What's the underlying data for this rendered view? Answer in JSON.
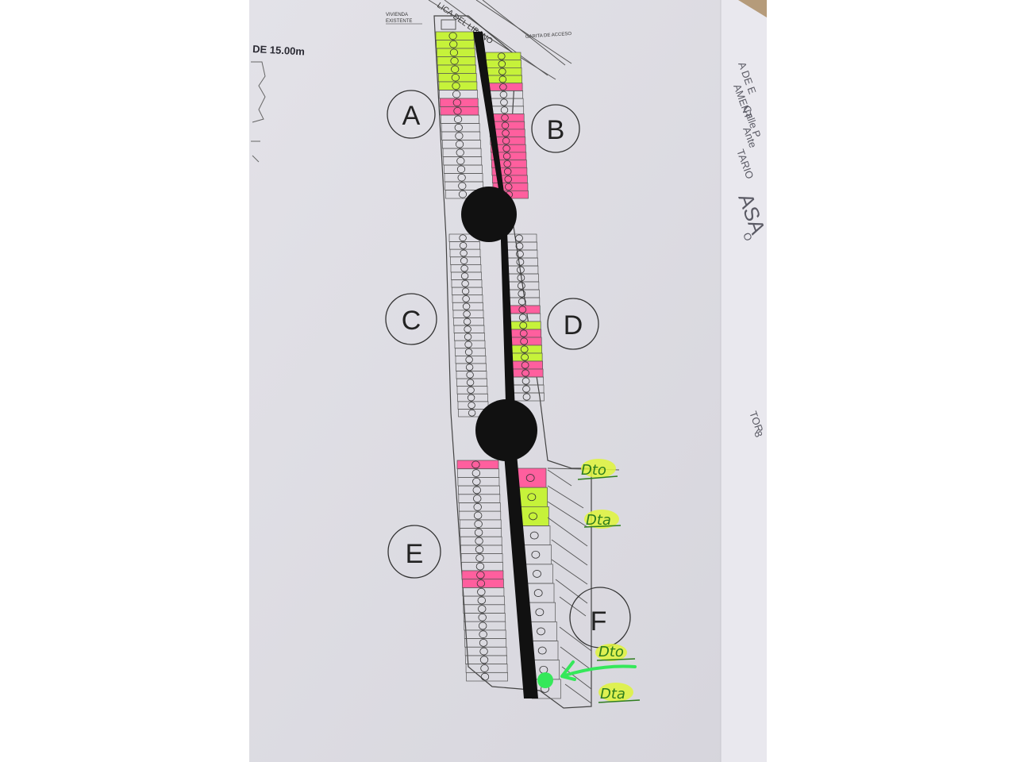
{
  "header": {
    "width_note": "DE 15.00m",
    "street_name": "LICA DEL LIBANO",
    "corner_label_1": "VIVIENDA",
    "corner_label_2": "EXISTENTE",
    "side_label": "GARITA DE ACCESO"
  },
  "sections": [
    {
      "letter": "A"
    },
    {
      "letter": "B"
    },
    {
      "letter": "C"
    },
    {
      "letter": "D"
    },
    {
      "letter": "E"
    },
    {
      "letter": "F"
    }
  ],
  "annotations": {
    "dpto_1": "Dto",
    "dpto_2": "Dta",
    "dpto_3": "Dto",
    "dpto_4": "Dta"
  },
  "right_sheet_fragments": [
    "A DE E",
    "AMENT",
    "Calle P",
    "Ante",
    "TARIO",
    "ASA",
    "O",
    "TOR",
    "8"
  ],
  "colors": {
    "paper": "#dcdbe2",
    "road": "#111111",
    "sold_pink": "#ff5f9e",
    "reserved_green": "#c6f23a",
    "marker_green": "#35e85a"
  }
}
